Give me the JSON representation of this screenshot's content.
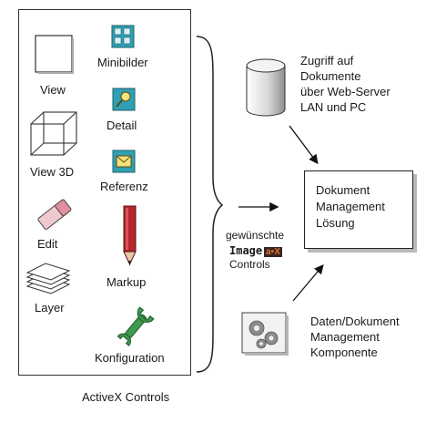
{
  "panel": {
    "controls": {
      "view": "View",
      "view3d": "View 3D",
      "edit": "Edit",
      "layer": "Layer",
      "minibilder": "Minibilder",
      "detail": "Detail",
      "referenz": "Referenz",
      "markup": "Markup",
      "konfiguration": "Konfiguration"
    },
    "caption": "ActiveX Controls"
  },
  "middle": {
    "line1": "gewünschte",
    "brand_word": "Image",
    "brand_badge": "a•X",
    "line3": "Controls"
  },
  "database": {
    "lines": [
      "Zugriff auf",
      "Dokumente",
      "über Web-Server",
      "LAN und PC"
    ]
  },
  "result_box": {
    "lines": [
      "Dokument",
      "Management",
      "Lösung"
    ]
  },
  "components": {
    "lines": [
      "Daten/Dokument",
      "Management",
      "Komponente"
    ]
  },
  "colors": {
    "brand_badge_bg": "#3a2424",
    "brand_badge_fg": "#e0732b",
    "teal_icon": "#2fa0b3",
    "green_wrench": "#3e9a4f",
    "red_pen": "#b3262a"
  }
}
